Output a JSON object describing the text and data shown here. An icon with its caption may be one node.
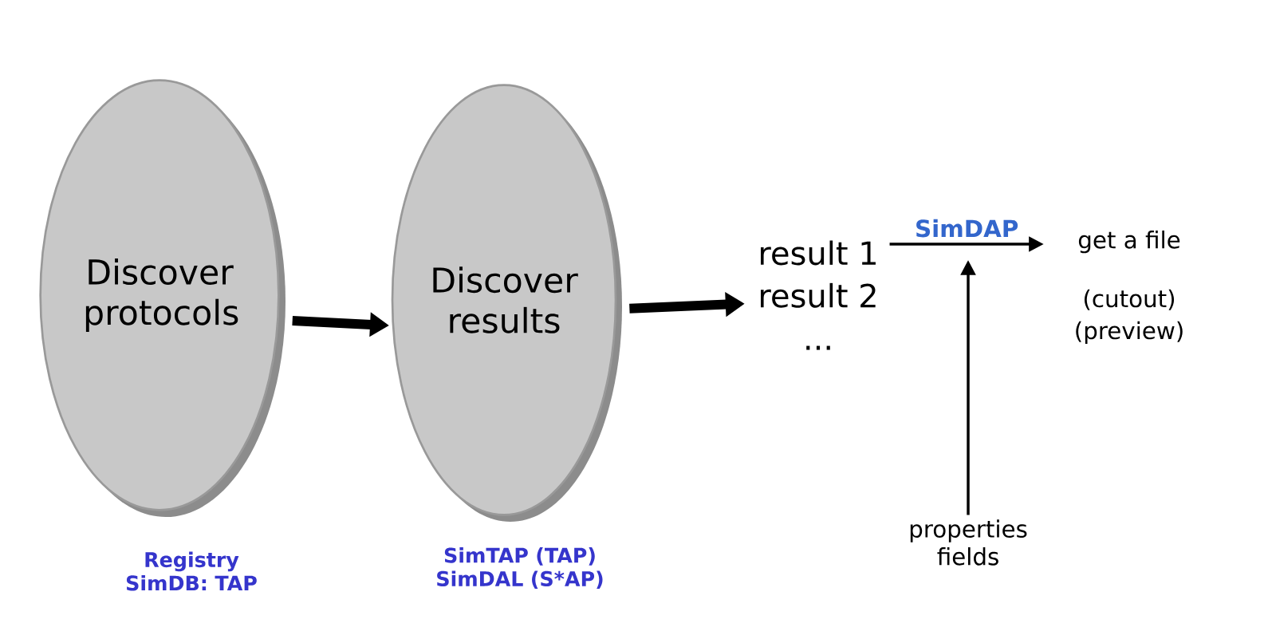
{
  "diagram": {
    "nodes": [
      {
        "text": [
          "Discover protocols"
        ],
        "beside": [
          "Registry SimDB: TAP"
        ]
      },
      {
        "text": [
          "Discover results"
        ],
        "beside": [
          "SimTAP (TAP) SimDAL (S*AP)"
        ]
      },
      {
        "text": [
          "result 1",
          "result 2",
          "..."
        ]
      },
      {
        "text": [
          "get a file",
          "(cutout) (preview)"
        ]
      },
      {
        "text": [
          "properties fields"
        ]
      }
    ],
    "edges": [
      {
        "from": 0,
        "to": 1,
        "arrow": "to",
        "style": "thick"
      },
      {
        "from": 1,
        "to": 2,
        "arrow": "to",
        "style": "thick"
      },
      {
        "from": 2,
        "to": 3,
        "arrow": "to",
        "label": "SimDAP"
      },
      {
        "from": 4,
        "to": null,
        "arrow": "to"
      }
    ]
  }
}
